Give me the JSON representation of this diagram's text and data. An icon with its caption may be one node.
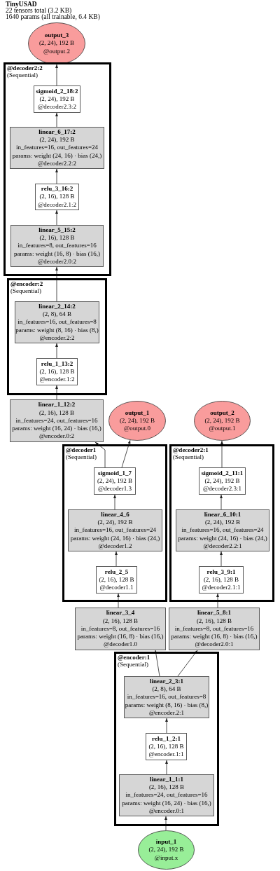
{
  "diagram": {
    "title": "TinyUSAD",
    "nodes": [
      {
        "text": [
          "output_3",
          "(2, 24), 192 B",
          "@output.2"
        ]
      },
      {
        "text": [
          "@decoder2:2",
          "(Sequential)"
        ]
      },
      {
        "text": [
          "sigmoid_2_18:2",
          "(2, 24), 192 B",
          "@decoder2.3:2"
        ],
        "in": 1
      },
      {
        "text": [
          "linear_6_17:2",
          "(2, 24), 192 B",
          "in_features=16, out_features=24",
          "params: weight (24, 16) · bias (24,)",
          "@decoder2.2:2"
        ],
        "in": 1
      },
      {
        "text": [
          "relu_3_16:2",
          "(2, 16), 128 B",
          "@decoder2.1:2"
        ],
        "in": 1
      },
      {
        "text": [
          "linear_5_15:2",
          "(2, 16), 128 B",
          "in_features=8, out_features=16",
          "params: weight (16, 8) · bias (16,)",
          "@decoder2.0:2"
        ],
        "in": 1
      },
      {
        "text": [
          "@encoder:2",
          "(Sequential)"
        ]
      },
      {
        "text": [
          "linear_2_14:2",
          "(2, 8), 64 B",
          "in_features=16, out_features=8",
          "params: weight (8, 16) · bias (8,)",
          "@encoder.2:2"
        ],
        "in": 6
      },
      {
        "text": [
          "relu_1_13:2",
          "(2, 16), 128 B",
          "@encoder.1:2"
        ],
        "in": 6
      },
      {
        "text": [
          "linear_1_12:2",
          "(2, 16), 128 B",
          "in_features=24, out_features=16",
          "params: weight (16, 24) · bias (16,)",
          "@encoder.0:2"
        ]
      },
      {
        "text": [
          "output_1",
          "(2, 24), 192 B",
          "@output.0"
        ]
      },
      {
        "text": [
          "output_2",
          "(2, 24), 192 B",
          "@output.1"
        ]
      },
      {
        "text": [
          "@decoder1",
          "(Sequential)"
        ]
      },
      {
        "text": [
          "sigmoid_1_7",
          "(2, 24), 192 B",
          "@decoder1.3"
        ],
        "in": 12
      },
      {
        "text": [
          "linear_4_6",
          "(2, 24), 192 B",
          "in_features=16, out_features=24",
          "params: weight (24, 16) · bias (24,)",
          "@decoder1.2"
        ],
        "in": 12
      },
      {
        "text": [
          "relu_2_5",
          "(2, 16), 128 B",
          "@decoder1.1"
        ],
        "in": 12
      },
      {
        "text": [
          "@decoder2:1",
          "(Sequential)"
        ]
      },
      {
        "text": [
          "sigmoid_2_11:1",
          "(2, 24), 192 B",
          "@decoder2.3:1"
        ],
        "in": 16
      },
      {
        "text": [
          "linear_6_10:1",
          "(2, 24), 192 B",
          "in_features=16, out_features=24",
          "params: weight (24, 16) · bias (24,)",
          "@decoder2.2:1"
        ],
        "in": 16
      },
      {
        "text": [
          "relu_3_9:1",
          "(2, 16), 128 B",
          "@decoder2.1:1"
        ],
        "in": 16
      },
      {
        "text": [
          "linear_3_4",
          "(2, 16), 128 B",
          "in_features=8, out_features=16",
          "params: weight (16, 8) · bias (16,)",
          "@decoder1.0"
        ]
      },
      {
        "text": [
          "linear_5_8:1",
          "(2, 16), 128 B",
          "in_features=8, out_features=16",
          "params: weight (16, 8) · bias (16,)",
          "@decoder2.0:1"
        ]
      },
      {
        "text": [
          "@encoder:1",
          "(Sequential)"
        ]
      },
      {
        "text": [
          "linear_2_3:1",
          "(2, 8), 64 B",
          "in_features=16, out_features=8",
          "params: weight (8, 16) · bias (8,)",
          "@encoder.2:1"
        ],
        "in": 22
      },
      {
        "text": [
          "relu_1_2:1",
          "(2, 16), 128 B",
          "@encoder.1:1"
        ],
        "in": 22
      },
      {
        "text": [
          "linear_1_1:1",
          "(2, 16), 128 B",
          "in_features=24, out_features=16",
          "params: weight (16, 24) · bias (16,)",
          "@encoder.0:1"
        ],
        "in": 22
      },
      {
        "text": [
          "input_1",
          "(2, 24), 192 B",
          "@input.x"
        ]
      }
    ],
    "edges": [
      {
        "from": 26,
        "to": 25,
        "arrow": "to"
      },
      {
        "from": 25,
        "to": 24,
        "arrow": "to"
      },
      {
        "from": 24,
        "to": 23,
        "arrow": "to"
      },
      {
        "from": 23,
        "to": 20,
        "arrow": "to"
      },
      {
        "from": 23,
        "to": 21,
        "arrow": "to"
      },
      {
        "from": 20,
        "to": 15,
        "arrow": "to"
      },
      {
        "from": 15,
        "to": 14,
        "arrow": "to"
      },
      {
        "from": 14,
        "to": 13,
        "arrow": "to"
      },
      {
        "from": 13,
        "to": 10,
        "arrow": "to"
      },
      {
        "from": 13,
        "to": 9,
        "arrow": "to"
      },
      {
        "from": 21,
        "to": 19,
        "arrow": "to"
      },
      {
        "from": 19,
        "to": 18,
        "arrow": "to"
      },
      {
        "from": 18,
        "to": 17,
        "arrow": "to"
      },
      {
        "from": 17,
        "to": 11,
        "arrow": "to"
      },
      {
        "from": 9,
        "to": 8,
        "arrow": "to"
      },
      {
        "from": 8,
        "to": 7,
        "arrow": "to"
      },
      {
        "from": 7,
        "to": 5,
        "arrow": "to"
      },
      {
        "from": 5,
        "to": 4,
        "arrow": "to"
      },
      {
        "from": 4,
        "to": 3,
        "arrow": "to"
      },
      {
        "from": 3,
        "to": 2,
        "arrow": "to"
      },
      {
        "from": 2,
        "to": 0,
        "arrow": "to"
      }
    ],
    "labels": [
      "22 tensors total (3.2 KB)",
      "1640 params (all trainable, 6.4 KB)"
    ]
  }
}
